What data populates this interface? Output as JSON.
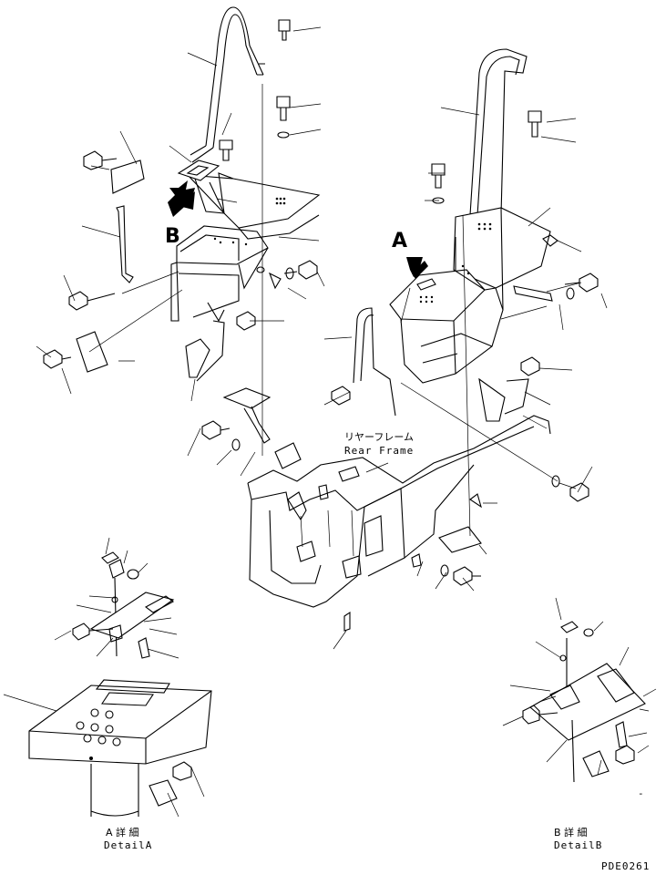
{
  "callouts": {
    "view_a": "A",
    "view_b": "B"
  },
  "frame_label": {
    "jp": "リヤーフレーム",
    "en": "Rear Frame"
  },
  "detail_a": {
    "jp": "A 詳 細",
    "en": "DetailA"
  },
  "detail_b": {
    "jp": "B 詳 細",
    "en": "DetailB"
  },
  "drawing_code": "PDE0261",
  "stray_mark": "-",
  "icons": [
    "view-arrow-a-icon",
    "view-arrow-b-icon"
  ]
}
